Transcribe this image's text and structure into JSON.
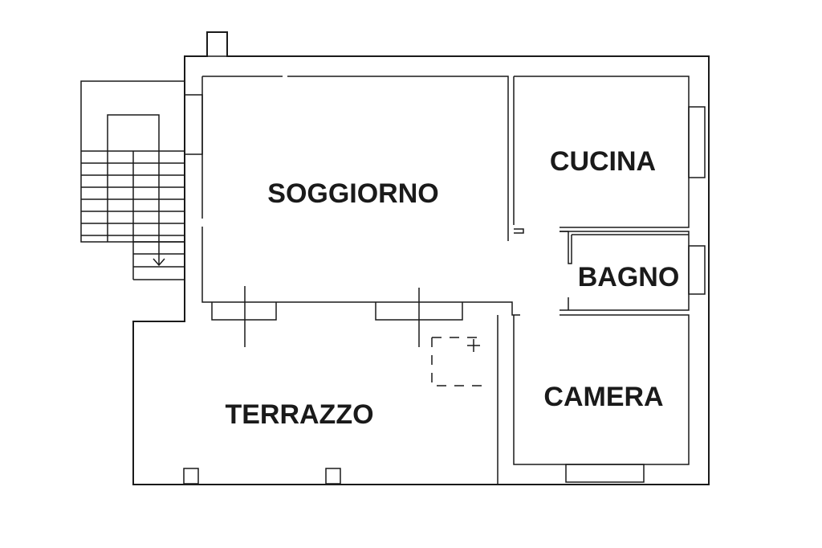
{
  "floor_plan": {
    "rooms": {
      "soggiorno": "SOGGIORNO",
      "cucina": "CUCINA",
      "bagno": "BAGNO",
      "camera": "CAMERA",
      "terrazzo": "TERRAZZO"
    }
  }
}
